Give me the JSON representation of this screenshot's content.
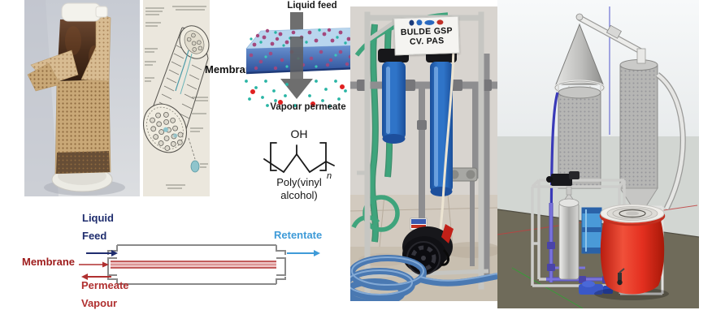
{
  "figure": {
    "description_labels": {
      "membrane_top": "Membrane",
      "pervaporation": {
        "feed_label": "Liquid feed",
        "permeate_label": "Vapour permeate"
      },
      "pva_structure": {
        "hydroxyl": "OH",
        "repeat_subscript": "n",
        "caption_line1": "Poly(vinyl",
        "caption_line2": "alcohol)"
      },
      "flat_membrane_schematic": {
        "feed_line1": "Liquid",
        "feed_line2": "Feed",
        "retentate": "Retentate",
        "membrane": "Membrane",
        "permeate_line1": "Permeate",
        "permeate_line2": "Vapour"
      },
      "pilot_unit_photo": {
        "sign_line1": "BULDE GSP",
        "sign_line2": "CV. PAS",
        "logo_icons": [
          "navy-crest-icon",
          "blue-globe-icon",
          "blue-oval-icon",
          "red-badge-icon"
        ]
      }
    },
    "colors": {
      "schematic_navy": "#1f2d6e",
      "retentate_blue": "#3f9bd8",
      "membrane_red": "#9e1c1c",
      "permeate_red": "#b03030",
      "slab_blue_top": "#b9d6ee",
      "slab_blue_front": "#2c4f9a",
      "dot_magenta": "#a4487d",
      "dot_teal": "#2ab5a5",
      "dot_red": "#e02020",
      "arrow_grey": "#6e6e6e",
      "filter_housing_blue": "#2f74c8",
      "hose_green": "#3fa47c",
      "hose_blue": "#4a79b2",
      "barrel_red": "#e43020",
      "pipe_purple": "#7a74dc",
      "render_ground_olive": "#6f6b5a",
      "render_wall_grey": "#d2d6d2"
    }
  }
}
